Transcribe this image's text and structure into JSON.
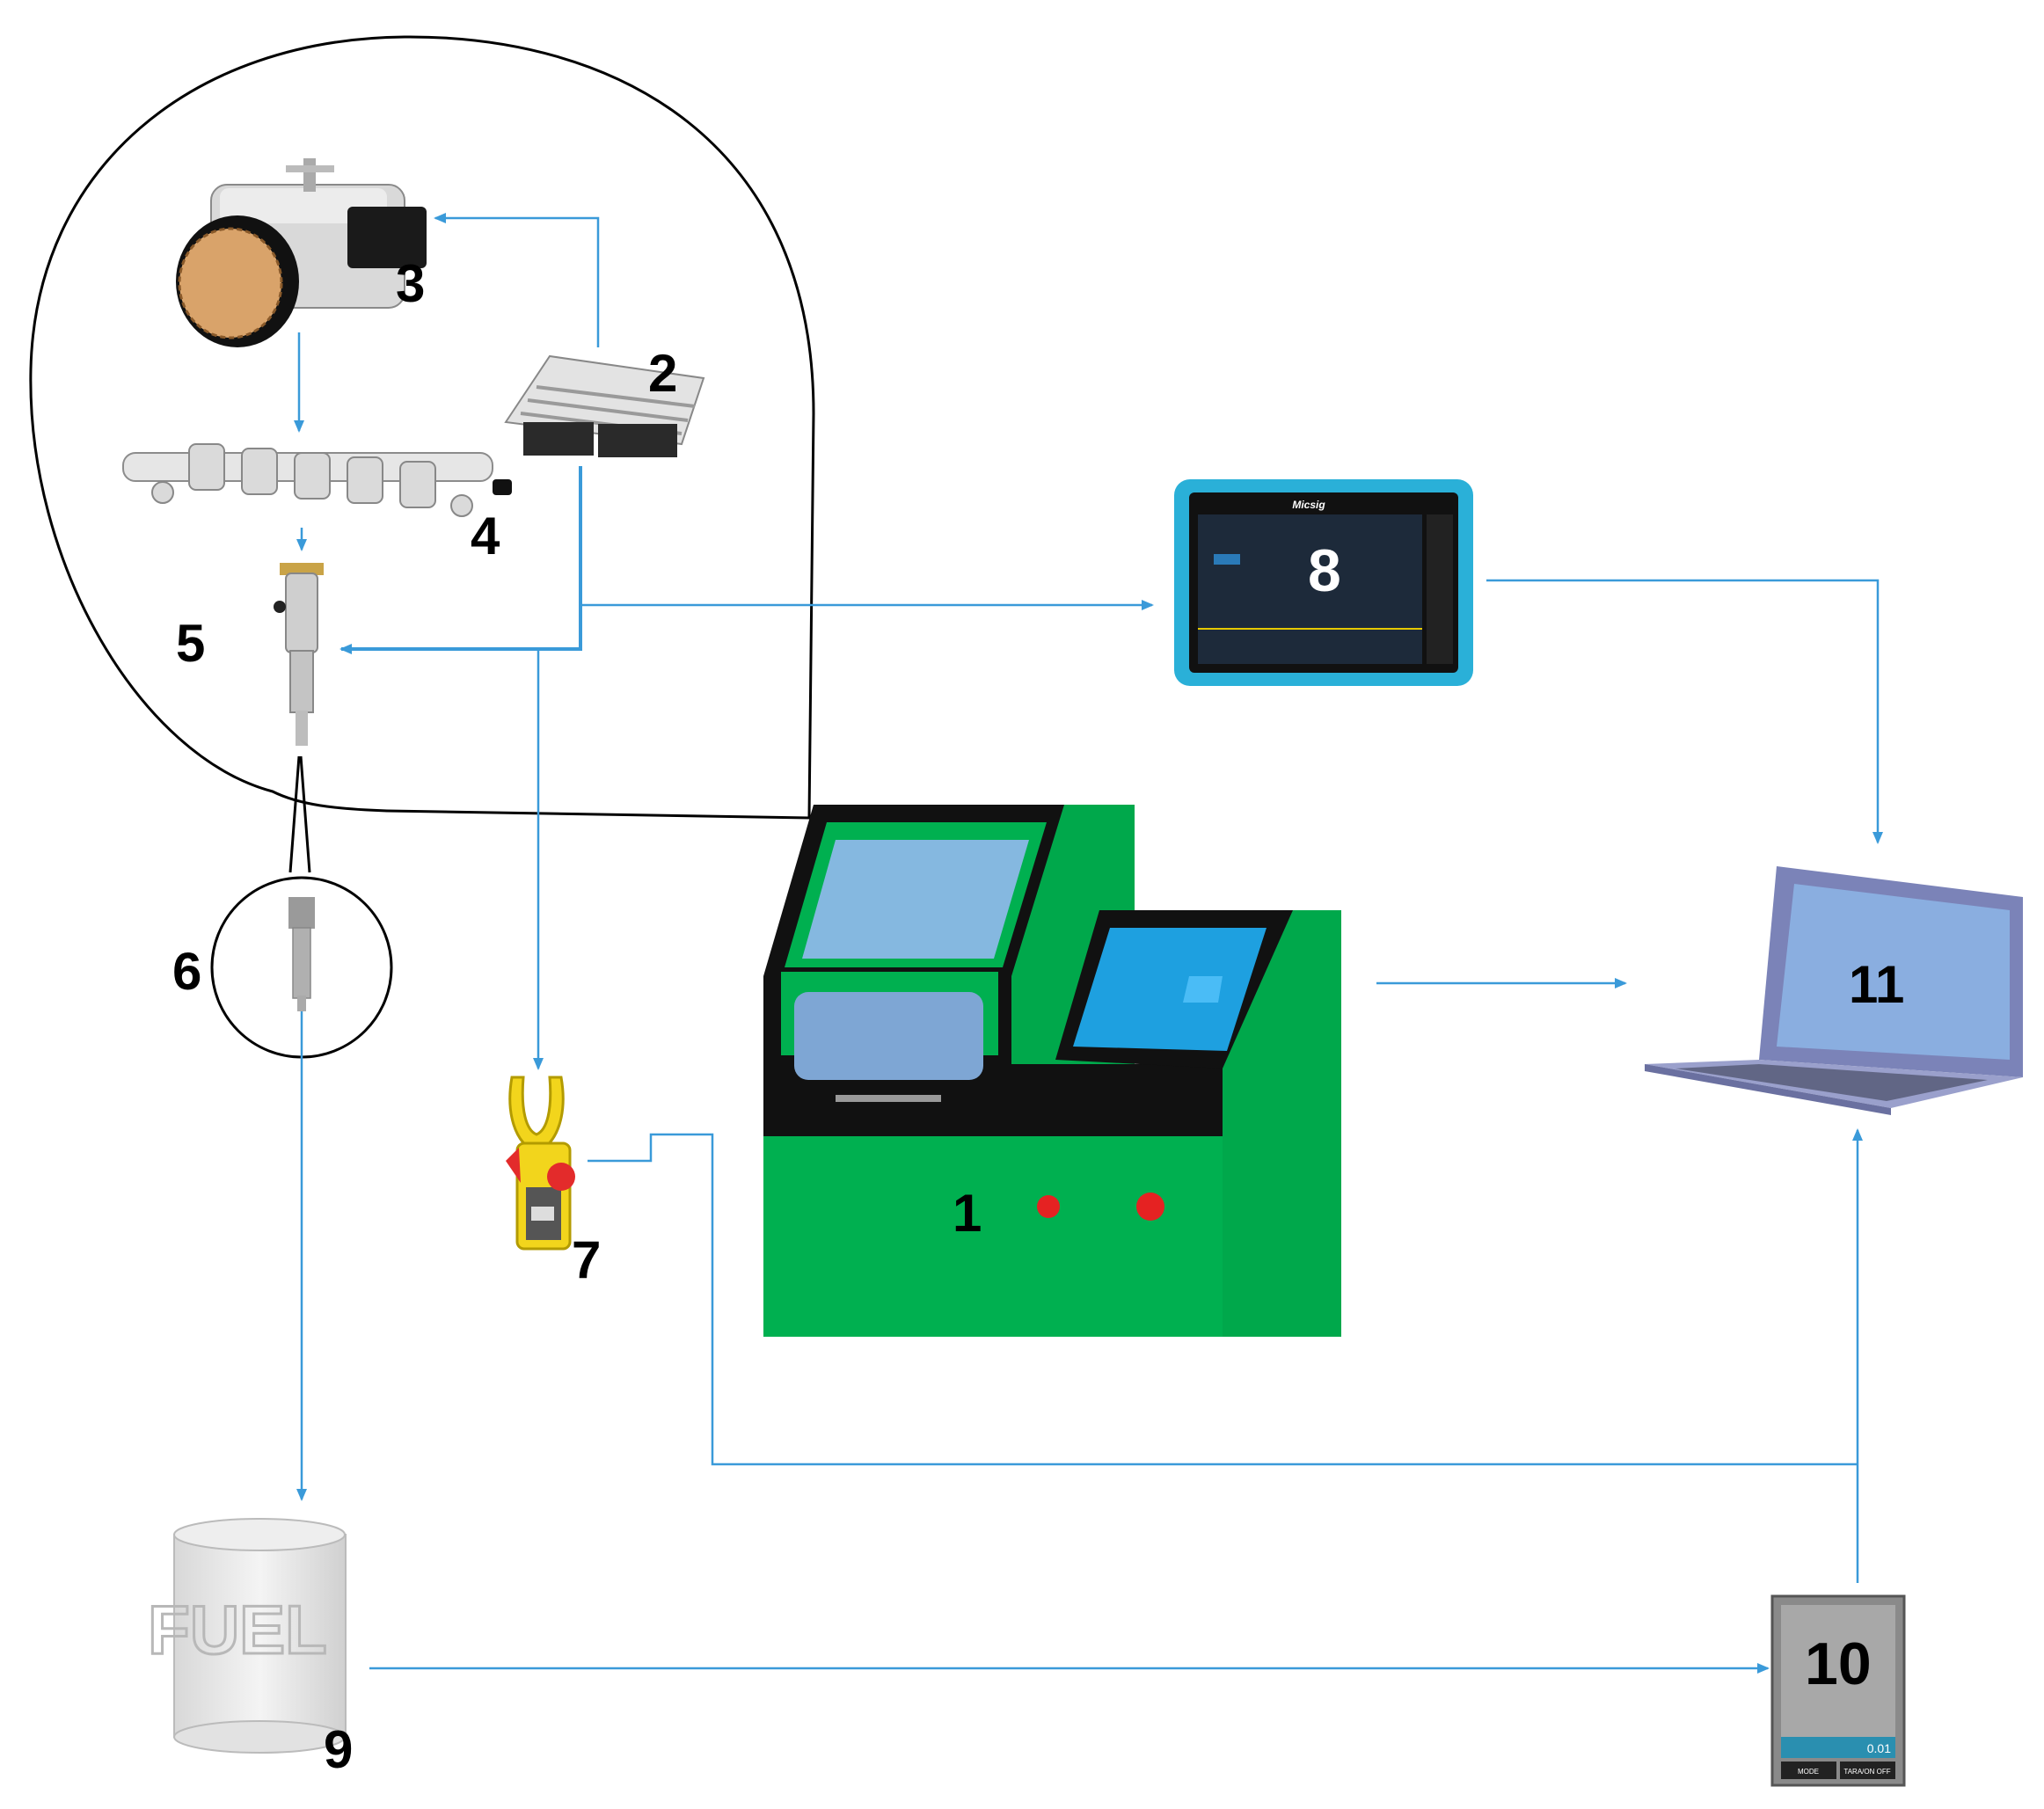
{
  "labels": {
    "n1": "1",
    "n2": "2",
    "n3": "3",
    "n4": "4",
    "n5": "5",
    "n6": "6",
    "n7": "7",
    "n8": "8",
    "n9": "9",
    "n10": "10",
    "n11": "11"
  },
  "device_text": {
    "oscilloscope_brand": "Micsig",
    "fuel_tank": "FUEL",
    "scale_reading": "0.01",
    "scale_btn_left": "MODE",
    "scale_btn_right": "TARA/ON OFF"
  },
  "colors": {
    "arrow": "#3a9ad9",
    "bench_green": "#00b050",
    "bench_dark": "#008a3c",
    "oscilloscope_frame": "#2ab0d8",
    "laptop": "#8a93c8"
  }
}
